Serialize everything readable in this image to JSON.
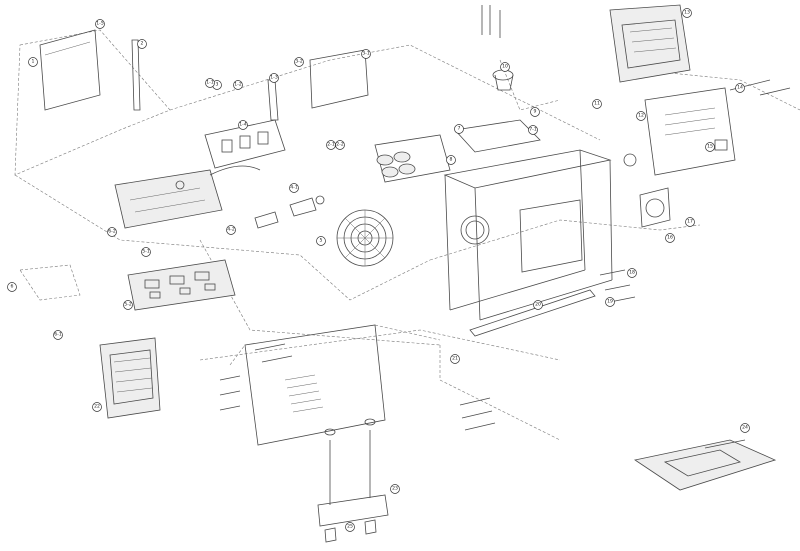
{
  "diagram": {
    "type": "exploded-parts-view",
    "callouts": {
      "c01": "1-5",
      "c02": "1",
      "c03": "2",
      "c04": "3",
      "c05": "1-4",
      "c06": "1-1",
      "c07": "1-2",
      "c08": "1-3",
      "c09": "2-1",
      "c10": "2-2",
      "c11": "3-1",
      "c12": "3-2",
      "c13": "4-1",
      "c14": "4-2",
      "c15": "5",
      "c16": "5-1",
      "c17": "5-2",
      "c18": "6",
      "c19": "6-1",
      "c20": "6-2",
      "c21": "7",
      "c22": "7-1",
      "c23": "8",
      "c24": "9",
      "c25": "10",
      "c26": "11",
      "c27": "12",
      "c28": "13",
      "c29": "14",
      "c30": "15",
      "c31": "16",
      "c32": "17",
      "c33": "18",
      "c34": "19",
      "c35": "20",
      "c36": "21",
      "c37": "22",
      "c38": "23",
      "c39": "24",
      "c40": "25"
    }
  }
}
